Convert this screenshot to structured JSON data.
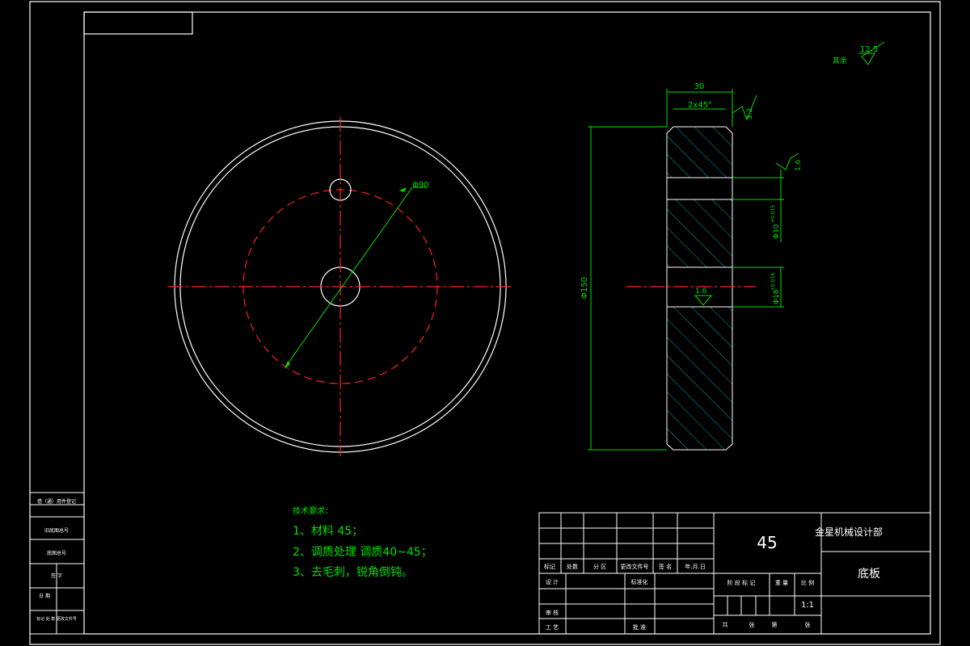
{
  "dimensions": {
    "width_30": "30",
    "chamfer": "2x45°",
    "rough_32": "3.2",
    "rough_16_top": "1.6",
    "hole10": "Φ10",
    "hole10_tol": "+0.015",
    "hole18": "Φ18",
    "hole18_tol": "+0.018",
    "rough_16_mid": "1.6",
    "dia150": "Φ150",
    "phi90": "Φ90"
  },
  "surface_finish": {
    "label": "其余",
    "value": "12.5"
  },
  "tech_requirements": {
    "title": "技术要求：",
    "items": [
      "1、材料 45；",
      "2、调质处理 调质40~45；",
      "3、去毛刺，锐角倒钝。"
    ]
  },
  "title_block": {
    "material": "45",
    "company": "金星机械设计部",
    "part_name": "底板",
    "scale": "1:1",
    "revision_row": [
      "标记",
      "处数",
      "分 区",
      "更改文件号",
      "签 名",
      "年.月.日"
    ],
    "design_label": "设 计",
    "standardize_label": "标准化",
    "review_label": "审 核",
    "process_label": "工 艺",
    "approve_label": "批 准",
    "stage_labels": [
      "阶 段 标 记",
      "重 量",
      "比 例"
    ],
    "sheet_labels": [
      "共",
      "张",
      "第",
      "张"
    ]
  },
  "side_table": {
    "rows": [
      "借（通）用件登记",
      "旧底图总号",
      "底图总号",
      "签 字",
      "日 期",
      "标记 处 数 更改文件号"
    ]
  }
}
